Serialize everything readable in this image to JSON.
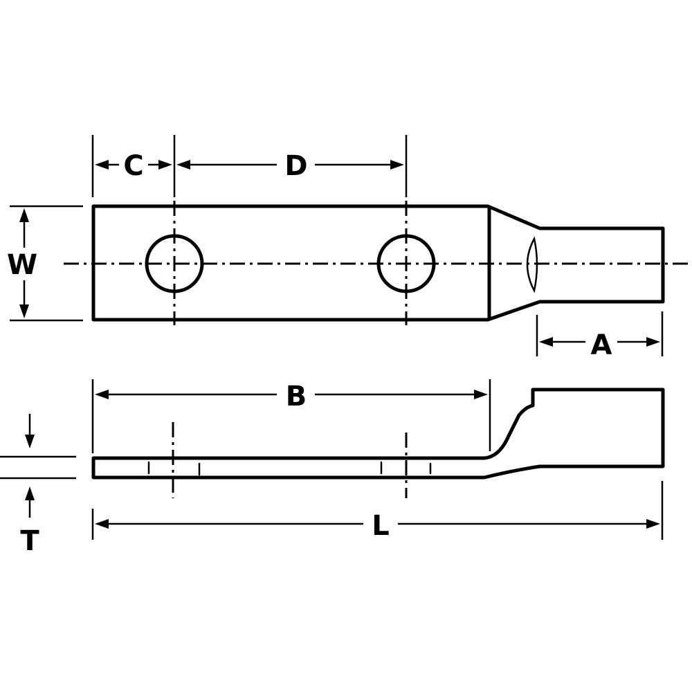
{
  "labels": {
    "c": "C",
    "d": "D",
    "w": "W",
    "a": "A",
    "b": "B",
    "t": "T",
    "l": "L"
  }
}
